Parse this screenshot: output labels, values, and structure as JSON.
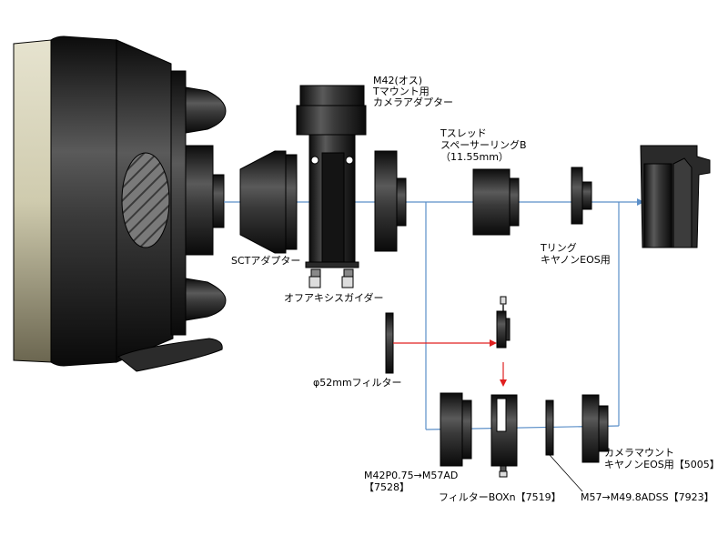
{
  "labels": {
    "m42_line1": "M42(オス)",
    "m42_line2": "Tマウント用",
    "m42_line3": "カメラアダプター",
    "tthread_line1": "Tスレッド",
    "tthread_line2": "スペーサーリングB",
    "tthread_line3": "（11.55mm）",
    "sct": "SCTアダプター",
    "offaxis": "オフアキシスガイダー",
    "tring_line1": "Tリング",
    "tring_line2": "キヤノンEOS用",
    "filter52": "φ52mmフィルター",
    "m42p_line1": "M42P0.75→M57AD",
    "m42p_line2": "【7528】",
    "filterbox": "フィルターBOXn【7519】",
    "m57": "M57→M49.8ADSS【7923】",
    "cammount_line1": "カメラマウント",
    "cammount_line2": "キヤノンEOS用【5005】"
  },
  "colors": {
    "optical_path": "#5b8fc8",
    "arrow_red": "#e02020",
    "body_dark": "#1e1e1e",
    "cream": "#d8d4b8"
  }
}
